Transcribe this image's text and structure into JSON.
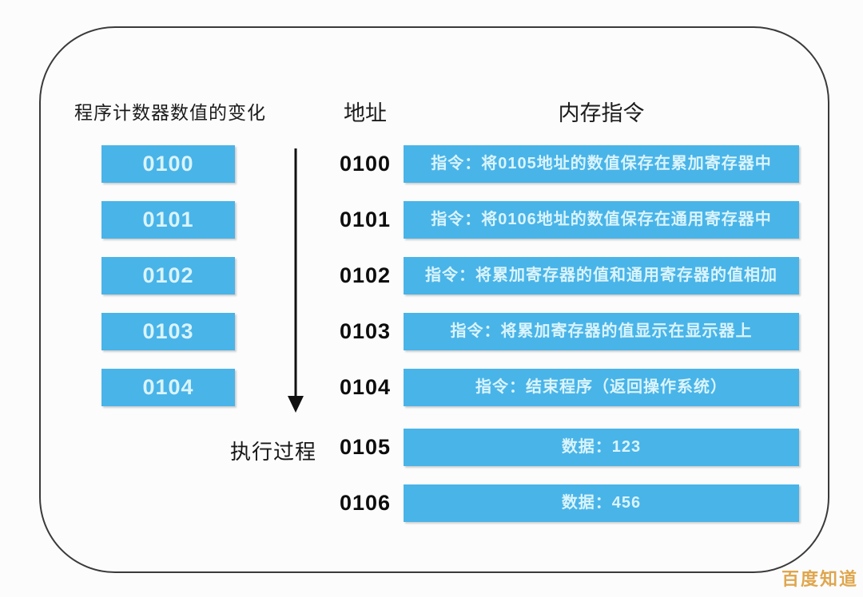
{
  "pc_column": {
    "header": "程序计数器数值的变化",
    "values": [
      "0100",
      "0101",
      "0102",
      "0103",
      "0104"
    ]
  },
  "execution": {
    "label": "执行过程"
  },
  "memory": {
    "address_header": "地址",
    "instructions_header": "内存指令",
    "rows": [
      {
        "address": "0100",
        "content": "指令：将0105地址的数值保存在累加寄存器中",
        "type": "instruction"
      },
      {
        "address": "0101",
        "content": "指令：将0106地址的数值保存在通用寄存器中",
        "type": "instruction"
      },
      {
        "address": "0102",
        "content": "指令：将累加寄存器的值和通用寄存器的值相加",
        "type": "instruction"
      },
      {
        "address": "0103",
        "content": "指令：将累加寄存器的值显示在显示器上",
        "type": "instruction"
      },
      {
        "address": "0104",
        "content": "指令：结束程序（返回操作系统）",
        "type": "instruction"
      },
      {
        "address": "0105",
        "content": "数据：123",
        "type": "data"
      },
      {
        "address": "0106",
        "content": "数据：456",
        "type": "data"
      }
    ]
  },
  "watermark": {
    "text": "百度知道",
    "color": "#DFA64E"
  },
  "colors": {
    "box_blue": "#49B4E8",
    "box_text": "#DAF4FC",
    "panel_border": "#3A3A3A",
    "arrow": "#111111",
    "background": "#FCFCFC"
  }
}
